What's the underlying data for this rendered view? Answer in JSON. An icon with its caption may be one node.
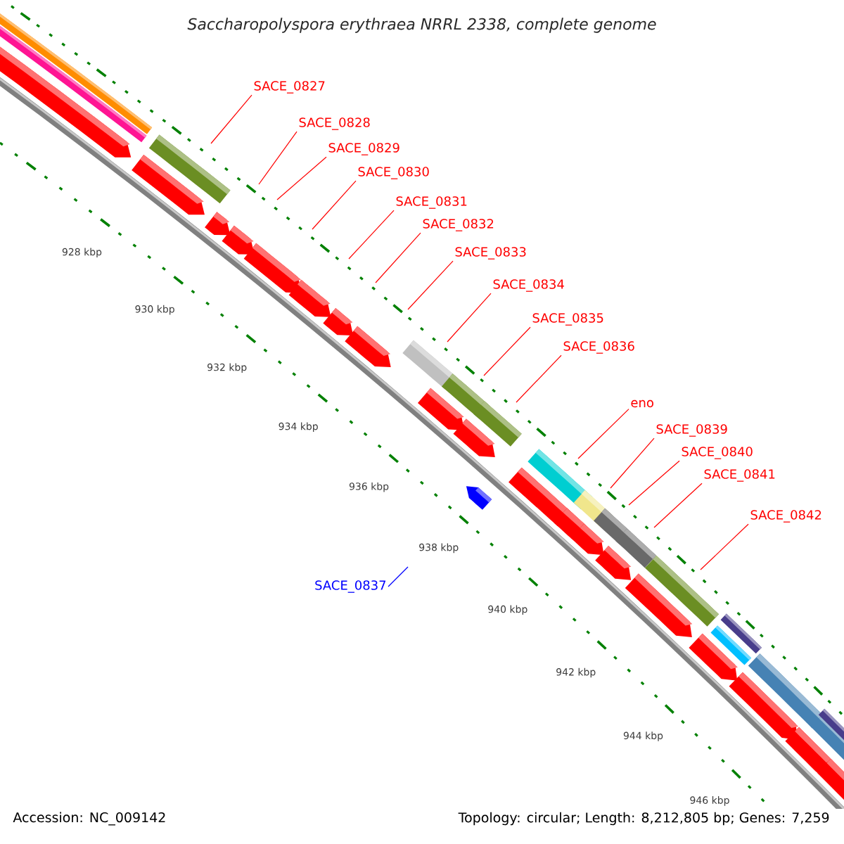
{
  "diagram": {
    "title": "Saccharopolyspora erythraea NRRL 2338, complete genome",
    "nodes": [
      {
        "text": [
          "SACE_0827"
        ]
      },
      {
        "text": [
          "SACE_0828"
        ]
      },
      {
        "text": [
          "SACE_0829"
        ]
      },
      {
        "text": [
          "SACE_0830"
        ]
      },
      {
        "text": [
          "SACE_0831"
        ]
      },
      {
        "text": [
          "SACE_0832"
        ]
      },
      {
        "text": [
          "SACE_0833"
        ]
      },
      {
        "text": [
          "SACE_0834"
        ]
      },
      {
        "text": [
          "SACE_0835"
        ]
      },
      {
        "text": [
          "SACE_0836"
        ]
      },
      {
        "text": [
          "eno"
        ]
      },
      {
        "text": [
          "SACE_0839"
        ]
      },
      {
        "text": [
          "SACE_0840"
        ]
      },
      {
        "text": [
          "SACE_0841"
        ]
      },
      {
        "text": [
          "SACE_0842"
        ]
      },
      {
        "text": [
          "SACE_0837"
        ]
      }
    ],
    "edges": [
      {
        "from": 0,
        "to": null,
        "arrow": "none"
      },
      {
        "from": 1,
        "to": null,
        "arrow": "none"
      },
      {
        "from": 2,
        "to": null,
        "arrow": "none"
      },
      {
        "from": 3,
        "to": null,
        "arrow": "none"
      },
      {
        "from": 4,
        "to": null,
        "arrow": "none"
      },
      {
        "from": 5,
        "to": null,
        "arrow": "none"
      },
      {
        "from": 6,
        "to": null,
        "arrow": "none"
      },
      {
        "from": 7,
        "to": null,
        "arrow": "none"
      },
      {
        "from": 8,
        "to": null,
        "arrow": "none"
      },
      {
        "from": 9,
        "to": null,
        "arrow": "none"
      },
      {
        "from": 10,
        "to": null,
        "arrow": "none"
      },
      {
        "from": 11,
        "to": null,
        "arrow": "none"
      },
      {
        "from": 12,
        "to": null,
        "arrow": "none"
      },
      {
        "from": 13,
        "to": null,
        "arrow": "none"
      },
      {
        "from": 14,
        "to": null,
        "arrow": "none"
      },
      {
        "from": 15,
        "to": null,
        "arrow": "none",
        "color": "#0000ff"
      }
    ],
    "labels": [
      "928 kbp",
      "930 kbp",
      "932 kbp",
      "934 kbp",
      "936 kbp",
      "938 kbp",
      "940 kbp",
      "942 kbp",
      "944 kbp",
      "946 kbp",
      "Accession: NC_009142",
      "Topology: circular; Length: 8,212,805 bp; Genes: 7,259"
    ]
  }
}
